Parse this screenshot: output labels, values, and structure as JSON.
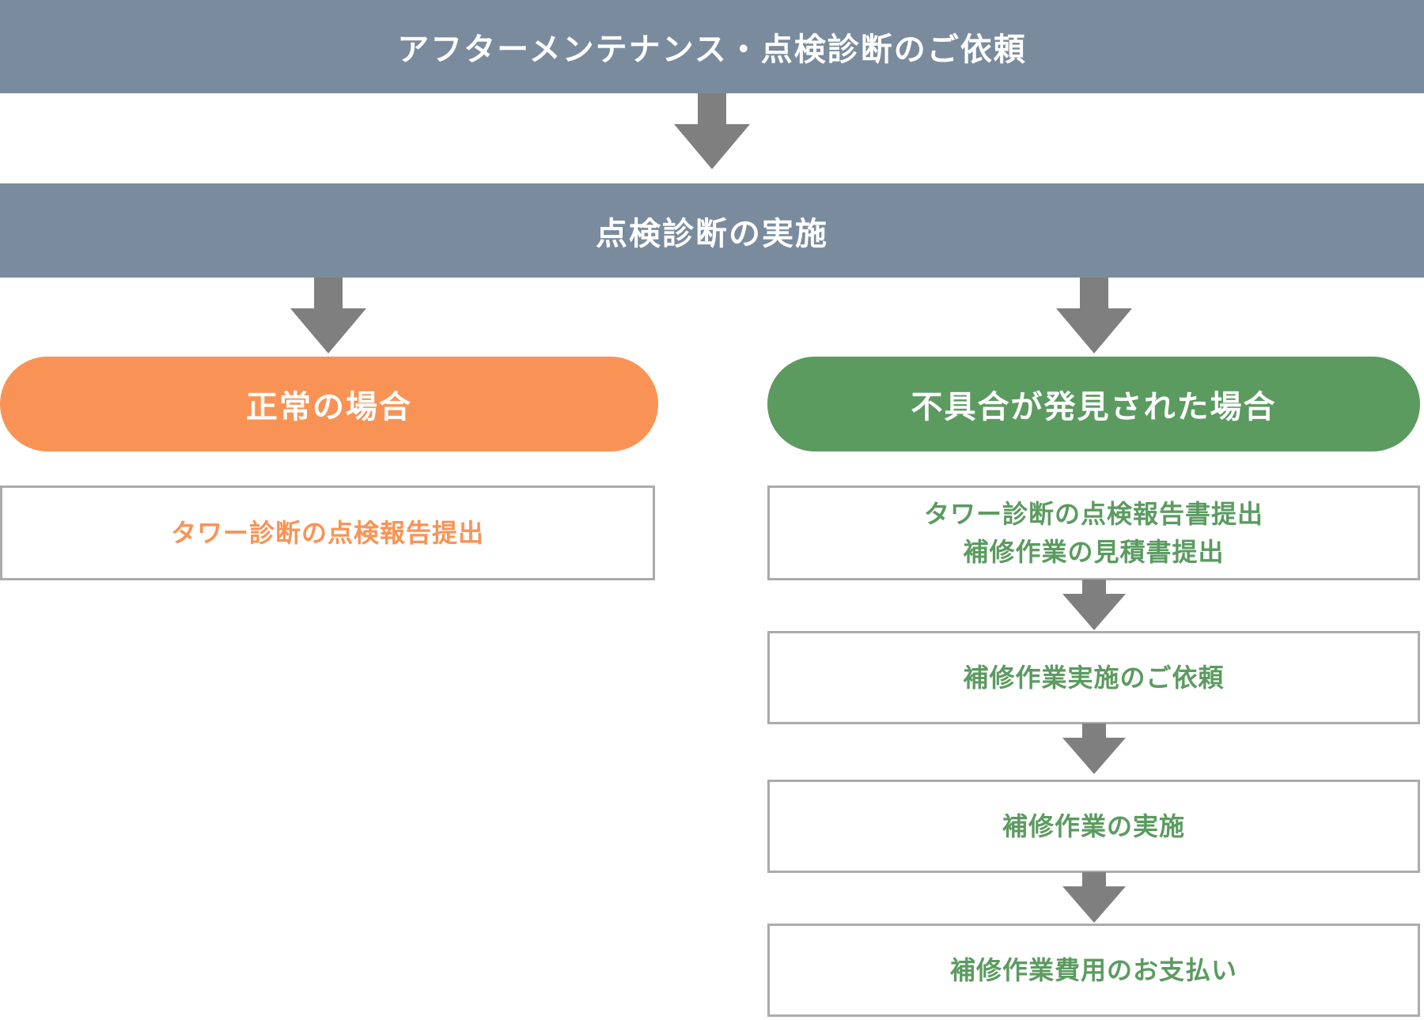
{
  "colors": {
    "banner_bg": "#7a8b9e",
    "arrow_gray": "#7f7f7f",
    "normal_accent": "#f99355",
    "defect_accent": "#5b9b60",
    "box_border": "#ababab",
    "text_on_color": "#ffffff"
  },
  "flow": {
    "banner_request": "アフターメンテナンス・点検診断のご依頼",
    "banner_inspection": "点検診断の実施",
    "left_branch": {
      "pill_label": "正常の場合",
      "steps": [
        {
          "lines": [
            "タワー診断の点検報告提出"
          ]
        }
      ]
    },
    "right_branch": {
      "pill_label": "不具合が発見された場合",
      "steps": [
        {
          "lines": [
            "タワー診断の点検報告書提出",
            "補修作業の見積書提出"
          ]
        },
        {
          "lines": [
            "補修作業実施のご依頼"
          ]
        },
        {
          "lines": [
            "補修作業の実施"
          ]
        },
        {
          "lines": [
            "補修作業費用のお支払い"
          ]
        }
      ]
    }
  }
}
